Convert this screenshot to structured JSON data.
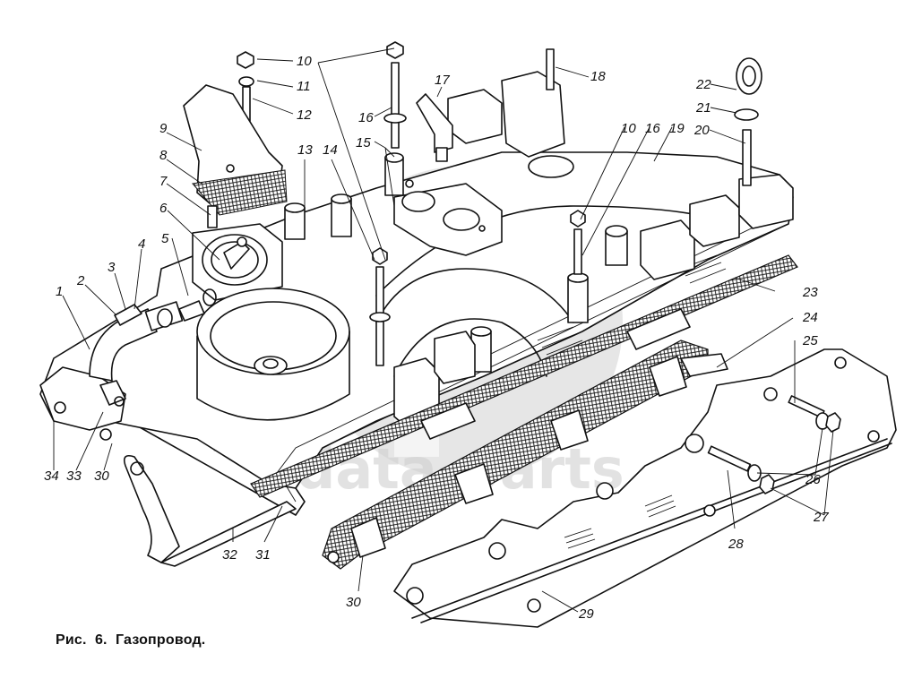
{
  "figure": {
    "caption": "Рис.  6.  Газопровод.",
    "caption_parts": {
      "prefix": "Рис.",
      "number": "6.",
      "title": "Газопровод."
    },
    "watermark_text": "data-parts",
    "colors": {
      "ink": "#111111",
      "background": "#ffffff",
      "watermark": "#cfcfcf"
    }
  },
  "callouts": [
    {
      "id": "1",
      "label": "1"
    },
    {
      "id": "2",
      "label": "2"
    },
    {
      "id": "3",
      "label": "3"
    },
    {
      "id": "4",
      "label": "4"
    },
    {
      "id": "5",
      "label": "5"
    },
    {
      "id": "6",
      "label": "6"
    },
    {
      "id": "7",
      "label": "7"
    },
    {
      "id": "8",
      "label": "8"
    },
    {
      "id": "9",
      "label": "9"
    },
    {
      "id": "10a",
      "label": "10"
    },
    {
      "id": "11",
      "label": "11"
    },
    {
      "id": "12",
      "label": "12"
    },
    {
      "id": "13",
      "label": "13"
    },
    {
      "id": "14",
      "label": "14"
    },
    {
      "id": "15",
      "label": "15"
    },
    {
      "id": "16a",
      "label": "16"
    },
    {
      "id": "17",
      "label": "17"
    },
    {
      "id": "18",
      "label": "18"
    },
    {
      "id": "10b",
      "label": "10"
    },
    {
      "id": "16b",
      "label": "16"
    },
    {
      "id": "19",
      "label": "19"
    },
    {
      "id": "20",
      "label": "20"
    },
    {
      "id": "21",
      "label": "21"
    },
    {
      "id": "22",
      "label": "22"
    },
    {
      "id": "23",
      "label": "23"
    },
    {
      "id": "24",
      "label": "24"
    },
    {
      "id": "25",
      "label": "25"
    },
    {
      "id": "26",
      "label": "26"
    },
    {
      "id": "27",
      "label": "27"
    },
    {
      "id": "28",
      "label": "28"
    },
    {
      "id": "29",
      "label": "29"
    },
    {
      "id": "30a",
      "label": "30"
    },
    {
      "id": "31",
      "label": "31"
    },
    {
      "id": "32",
      "label": "32"
    },
    {
      "id": "33",
      "label": "33"
    },
    {
      "id": "34",
      "label": "34"
    },
    {
      "id": "30b",
      "label": "30"
    }
  ]
}
